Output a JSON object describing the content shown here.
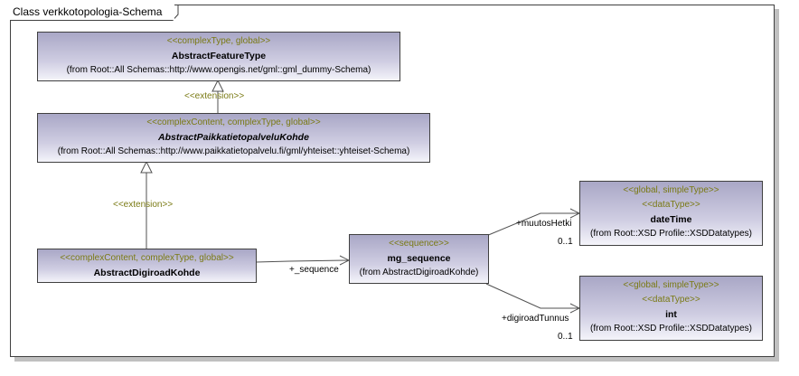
{
  "frame": {
    "title": "Class verkkotopologia-Schema"
  },
  "classes": {
    "abstract_feature_type": {
      "stereotype": "<<complexType, global>>",
      "name": "AbstractFeatureType",
      "from": "(from Root::All Schemas::http://www.opengis.net/gml::gml_dummy-Schema)"
    },
    "abstract_paikkatietopalvelu_kohde": {
      "stereotype": "<<complexContent, complexType, global>>",
      "name": "AbstractPaikkatietopalveluKohde",
      "from": "(from Root::All Schemas::http://www.paikkatietopalvelu.fi/gml/yhteiset::yhteiset-Schema)"
    },
    "abstract_digiroad_kohde": {
      "stereotype": "<<complexContent, complexType, global>>",
      "name": "AbstractDigiroadKohde"
    },
    "mg_sequence": {
      "stereotype": "<<sequence>>",
      "name": "mg_sequence",
      "from": "(from AbstractDigiroadKohde)"
    },
    "date_time": {
      "stereotype": "<<global, simpleType>>",
      "stereotype2": "<<dataType>>",
      "name": "dateTime",
      "from": "(from Root::XSD Profile::XSDDatatypes)"
    },
    "int": {
      "stereotype": "<<global, simpleType>>",
      "stereotype2": "<<dataType>>",
      "name": "int",
      "from": "(from Root::XSD Profile::XSDDatatypes)"
    }
  },
  "relations": {
    "extension1": "<<extension>>",
    "extension2": "<<extension>>",
    "sequence_role": "+_sequence",
    "muutos_role": "+muutosHetki",
    "muutos_mult": "0..1",
    "digiroad_role": "+digiroadTunnus",
    "digiroad_mult": "0..1"
  }
}
